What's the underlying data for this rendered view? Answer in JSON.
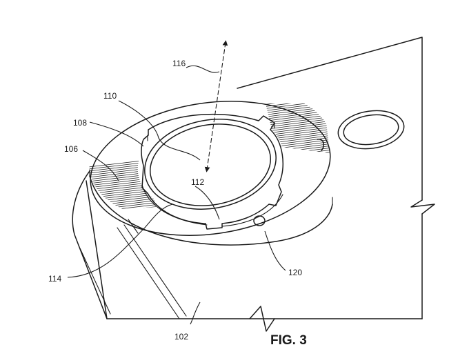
{
  "figure": {
    "caption": "FIG. 3",
    "labels": {
      "l102": "102",
      "l106": "106",
      "l108": "108",
      "l110": "110",
      "l112": "112",
      "l114": "114",
      "l116": "116",
      "l120": "120"
    }
  },
  "colors": {
    "line": "#1a1a1a",
    "background": "#ffffff"
  }
}
